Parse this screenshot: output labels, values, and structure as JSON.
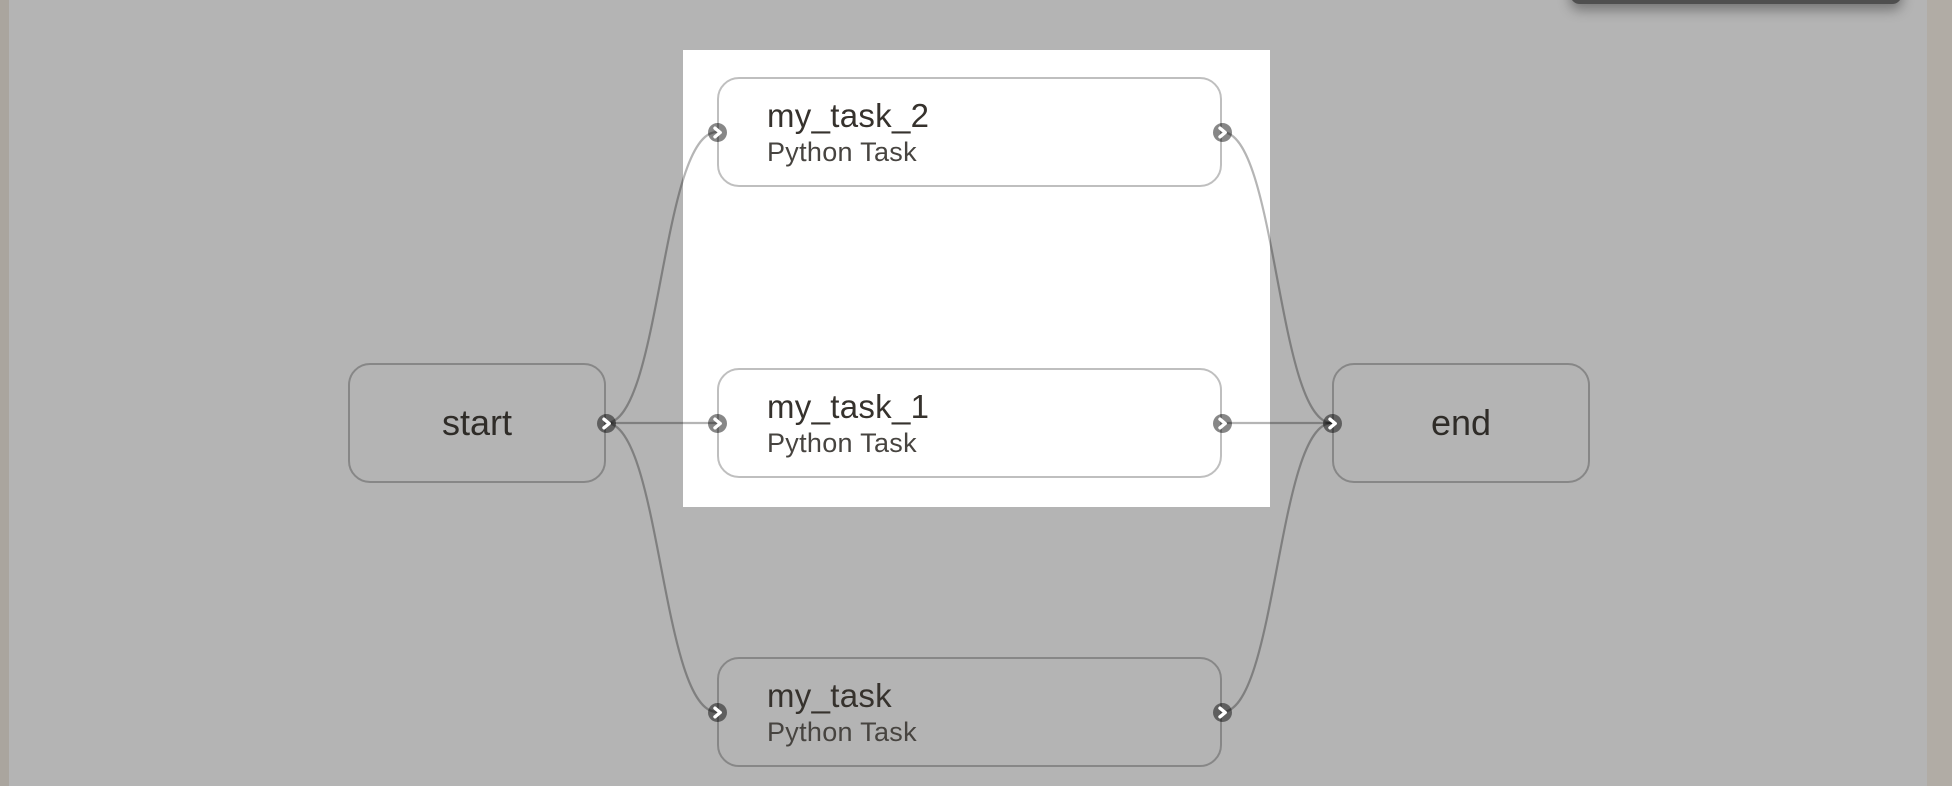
{
  "canvas": {
    "background_color": "#b4b4b4",
    "left_gutter_color": "#aaa59e",
    "right_gutter_color": "#b1aca5",
    "group_highlight_color": "#ffffff",
    "edge_color": "rgba(0,0,0,0.29)",
    "port_color": "rgba(0,0,0,0.47)"
  },
  "nodes": {
    "start": {
      "label": "start"
    },
    "my_task_2": {
      "title": "my_task_2",
      "subtitle": "Python Task"
    },
    "my_task_1": {
      "title": "my_task_1",
      "subtitle": "Python Task"
    },
    "my_task": {
      "title": "my_task",
      "subtitle": "Python Task"
    },
    "end": {
      "label": "end"
    }
  },
  "edges": [
    {
      "from": "start",
      "to": "my_task_2"
    },
    {
      "from": "start",
      "to": "my_task_1"
    },
    {
      "from": "start",
      "to": "my_task"
    },
    {
      "from": "my_task_2",
      "to": "end"
    },
    {
      "from": "my_task_1",
      "to": "end"
    },
    {
      "from": "my_task",
      "to": "end"
    }
  ],
  "ports": {
    "icon": "chevron-right"
  }
}
